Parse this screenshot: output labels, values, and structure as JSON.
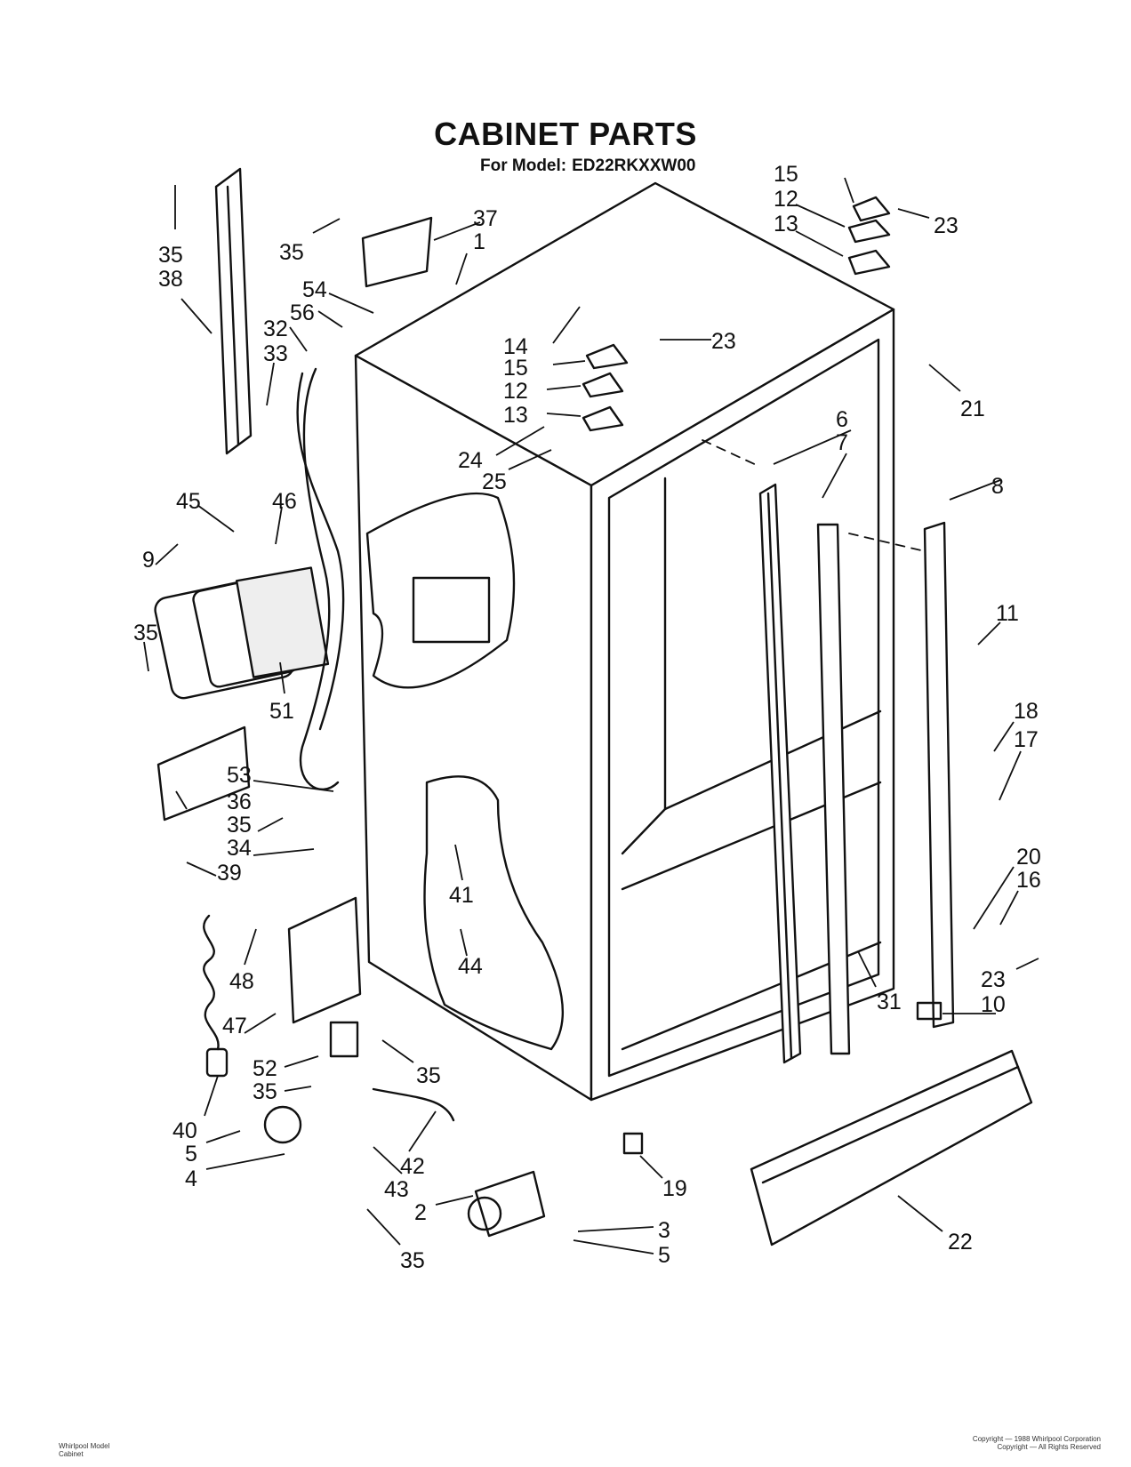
{
  "header": {
    "title": "CABINET PARTS",
    "model_label": "For Model:",
    "model_number": "ED22RKXXW00"
  },
  "footer": {
    "left_line1": "Whirlpool Model",
    "left_line2": "Cabinet",
    "right_line1": "Copyright — 1988 Whirlpool Corporation",
    "right_line2": "Copyright — All Rights Reserved"
  },
  "callouts": [
    "35",
    "38",
    "35",
    "37",
    "1",
    "54",
    "56",
    "32",
    "33",
    "14",
    "15",
    "12",
    "13",
    "23",
    "24",
    "25",
    "15",
    "12",
    "13",
    "23",
    "21",
    "6",
    "7",
    "8",
    "45",
    "46",
    "9",
    "35",
    "51",
    "11",
    "18",
    "17",
    "53",
    "36",
    "35",
    "34",
    "39",
    "41",
    "20",
    "16",
    "44",
    "48",
    "47",
    "23",
    "10",
    "31",
    "35",
    "52",
    "35",
    "40",
    "5",
    "4",
    "42",
    "43",
    "19",
    "2",
    "3",
    "5",
    "35",
    "22"
  ]
}
